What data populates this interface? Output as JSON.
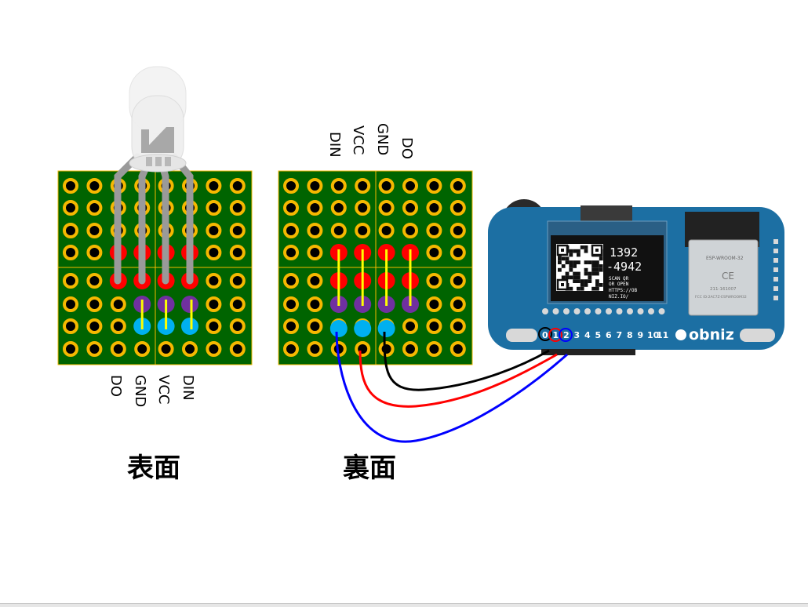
{
  "front": {
    "caption": "表面",
    "pin_labels": [
      "DO",
      "GND",
      "VCC",
      "DIN"
    ]
  },
  "back": {
    "caption": "裏面",
    "pin_labels": [
      "DIN",
      "VCC",
      "GND",
      "DO"
    ]
  },
  "obniz": {
    "brand": "obniz",
    "display_lines": [
      "1392",
      "-4942",
      "SCAN QR",
      "OR OPEN",
      "HTTPS://OB",
      "NIZ.IO/"
    ],
    "module_label": "ESP-WROOM-32",
    "module_fcc": "FCC ID:2AC7Z-ESPWROOM32",
    "module_cert": "211-161007",
    "pin_numbers": [
      "0",
      "1",
      "2",
      "3",
      "4",
      "5",
      "6",
      "7",
      "8",
      "9",
      "10",
      "11"
    ],
    "connected_pins": [
      {
        "pin": "0",
        "color": "#000000",
        "signal": "GND"
      },
      {
        "pin": "1",
        "color": "#ff0000",
        "signal": "VCC"
      },
      {
        "pin": "2",
        "color": "#0000ff",
        "signal": "DIN"
      }
    ]
  },
  "colors": {
    "board": "#006400",
    "pad": "#f5b800",
    "pad_red": "#ff0000",
    "pad_purple": "#7030a0",
    "pad_cyan": "#00b0f0",
    "jumper": "#ffff00",
    "obniz_body": "#1c6fa3"
  }
}
